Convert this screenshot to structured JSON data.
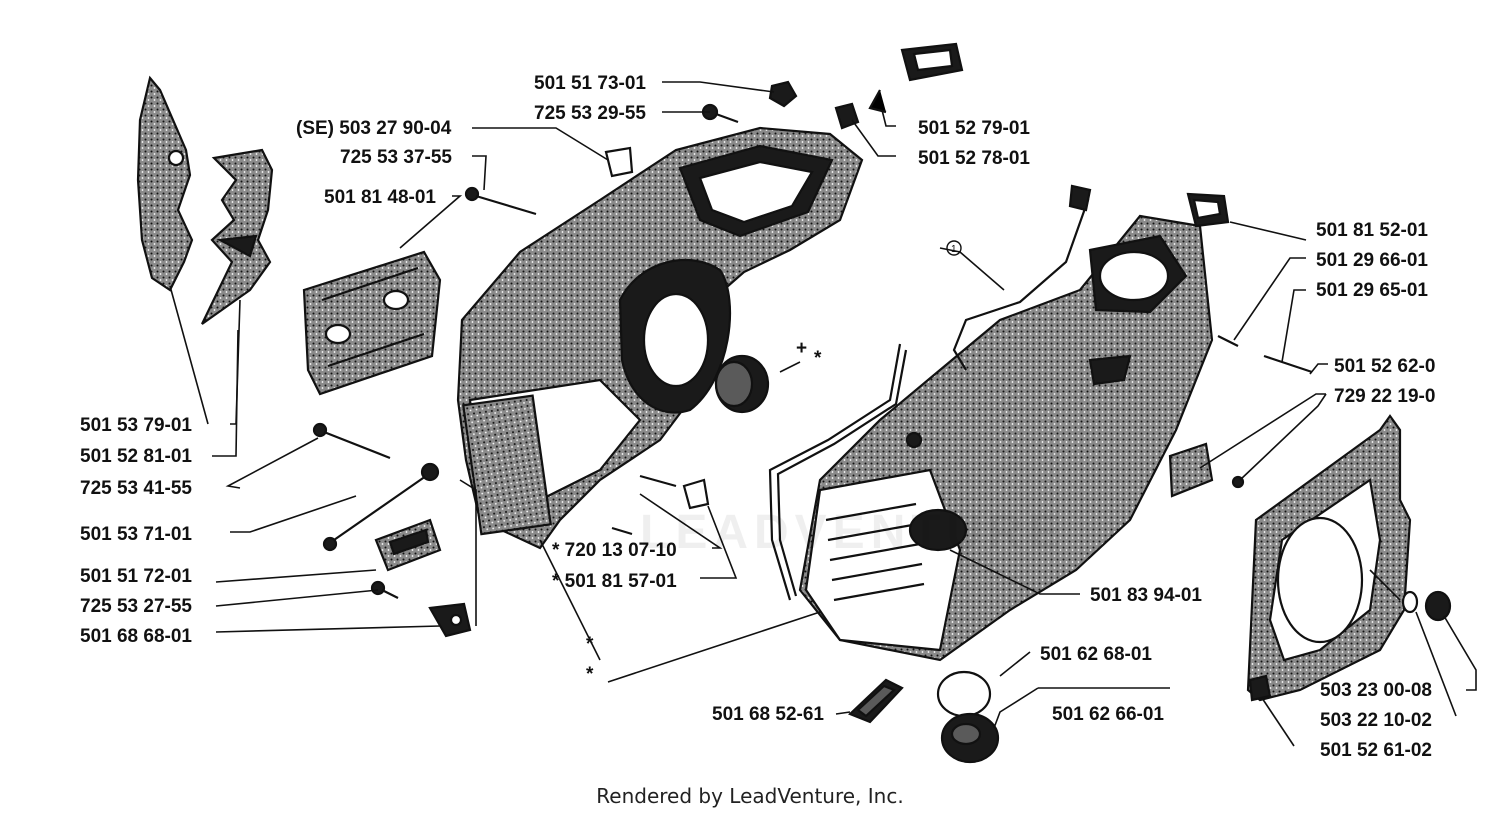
{
  "footer": "Rendered by LeadVenture, Inc.",
  "watermark": "LEADVENTURE",
  "labels": {
    "l01": "501 51 73-01",
    "l02": "725 53 29-55",
    "l03": "(SE) 503 27 90-04",
    "l04": "725 53 37-55",
    "l05": "501 81 48-01",
    "l06": "501 52 79-01",
    "l07": "501 52 78-01",
    "l08": "501 81 52-01",
    "l09": "501 29 66-01",
    "l10": "501 29 65-01",
    "l11": "501 52 62-0",
    "l12": "729 22 19-0",
    "l13": "501 53 79-01",
    "l14": "501 52 81-01",
    "l15": "725 53 41-55",
    "l16": "501 53 71-01",
    "l17": "501 51 72-01",
    "l18": "725 53 27-55",
    "l19": "501 68 68-01",
    "l20": "* 720 13 07-10",
    "l21": "* 501 81 57-01",
    "l22": "501 83 94-01",
    "l23": "501 62 68-01",
    "l24": "501 68 52-61",
    "l25": "501 62 66-01",
    "l26": "503 23 00-08",
    "l27": "503 22 10-02",
    "l28": "501 52 61-02",
    "circ1": "1",
    "star": "*",
    "plus": "+"
  }
}
